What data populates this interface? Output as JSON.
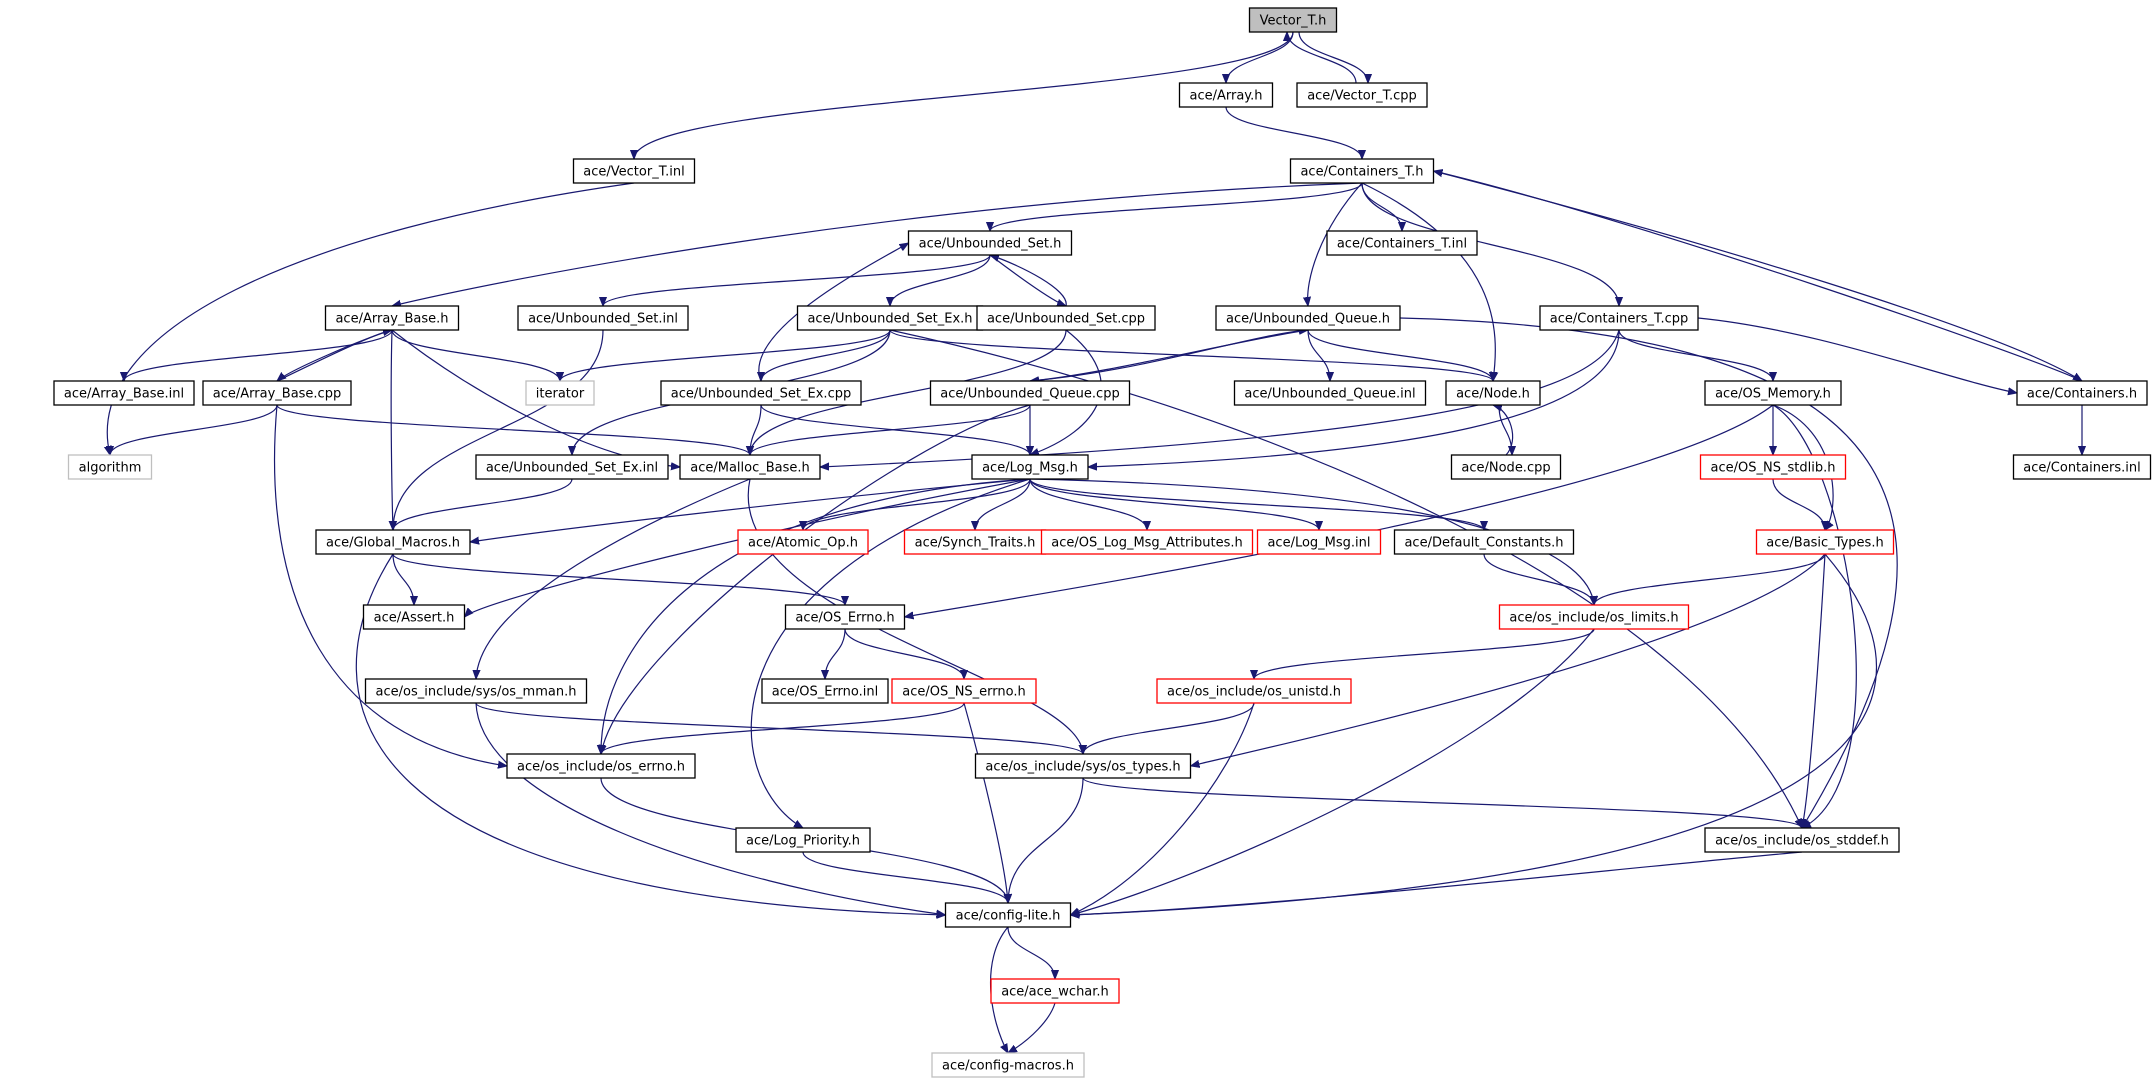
{
  "graph": {
    "colors": {
      "edge": "#191970",
      "node_border": "#000000",
      "node_fill": "#ffffff",
      "root_fill": "#bfbfbf",
      "red_border": "#ff0000",
      "gray_border": "#bfbfbf"
    },
    "nodes": [
      {
        "id": "vector_t_h",
        "label": "Vector_T.h",
        "style": "root"
      },
      {
        "id": "array_h",
        "label": "ace/Array.h",
        "style": "normal"
      },
      {
        "id": "vector_t_cpp",
        "label": "ace/Vector_T.cpp",
        "style": "normal"
      },
      {
        "id": "vector_t_inl",
        "label": "ace/Vector_T.inl",
        "style": "normal"
      },
      {
        "id": "containers_t_h",
        "label": "ace/Containers_T.h",
        "style": "normal"
      },
      {
        "id": "unbounded_set_h",
        "label": "ace/Unbounded_Set.h",
        "style": "normal"
      },
      {
        "id": "containers_t_inl",
        "label": "ace/Containers_T.inl",
        "style": "normal"
      },
      {
        "id": "array_base_h",
        "label": "ace/Array_Base.h",
        "style": "normal"
      },
      {
        "id": "unbounded_set_inl",
        "label": "ace/Unbounded_Set.inl",
        "style": "normal"
      },
      {
        "id": "unbounded_set_ex_h",
        "label": "ace/Unbounded_Set_Ex.h",
        "style": "normal"
      },
      {
        "id": "unbounded_set_cpp",
        "label": "ace/Unbounded_Set.cpp",
        "style": "normal"
      },
      {
        "id": "unbounded_queue_h",
        "label": "ace/Unbounded_Queue.h",
        "style": "normal"
      },
      {
        "id": "containers_t_cpp",
        "label": "ace/Containers_T.cpp",
        "style": "normal"
      },
      {
        "id": "array_base_inl",
        "label": "ace/Array_Base.inl",
        "style": "normal"
      },
      {
        "id": "array_base_cpp",
        "label": "ace/Array_Base.cpp",
        "style": "normal"
      },
      {
        "id": "iterator",
        "label": "iterator",
        "style": "gray"
      },
      {
        "id": "unbounded_set_ex_cpp",
        "label": "ace/Unbounded_Set_Ex.cpp",
        "style": "normal"
      },
      {
        "id": "unbounded_queue_cpp",
        "label": "ace/Unbounded_Queue.cpp",
        "style": "normal"
      },
      {
        "id": "unbounded_queue_inl",
        "label": "ace/Unbounded_Queue.inl",
        "style": "normal"
      },
      {
        "id": "node_h",
        "label": "ace/Node.h",
        "style": "normal"
      },
      {
        "id": "os_memory_h",
        "label": "ace/OS_Memory.h",
        "style": "normal"
      },
      {
        "id": "containers_h",
        "label": "ace/Containers.h",
        "style": "normal"
      },
      {
        "id": "algorithm",
        "label": "algorithm",
        "style": "gray"
      },
      {
        "id": "unbounded_set_ex_inl",
        "label": "ace/Unbounded_Set_Ex.inl",
        "style": "normal"
      },
      {
        "id": "malloc_base_h",
        "label": "ace/Malloc_Base.h",
        "style": "normal"
      },
      {
        "id": "log_msg_h",
        "label": "ace/Log_Msg.h",
        "style": "normal"
      },
      {
        "id": "node_cpp",
        "label": "ace/Node.cpp",
        "style": "normal"
      },
      {
        "id": "os_ns_stdlib_h",
        "label": "ace/OS_NS_stdlib.h",
        "style": "red"
      },
      {
        "id": "containers_inl",
        "label": "ace/Containers.inl",
        "style": "normal"
      },
      {
        "id": "global_macros_h",
        "label": "ace/Global_Macros.h",
        "style": "normal"
      },
      {
        "id": "atomic_op_h",
        "label": "ace/Atomic_Op.h",
        "style": "red"
      },
      {
        "id": "synch_traits_h",
        "label": "ace/Synch_Traits.h",
        "style": "red"
      },
      {
        "id": "os_log_msg_attributes_h",
        "label": "ace/OS_Log_Msg_Attributes.h",
        "style": "red"
      },
      {
        "id": "log_msg_inl",
        "label": "ace/Log_Msg.inl",
        "style": "red"
      },
      {
        "id": "default_constants_h",
        "label": "ace/Default_Constants.h",
        "style": "normal"
      },
      {
        "id": "basic_types_h",
        "label": "ace/Basic_Types.h",
        "style": "red"
      },
      {
        "id": "assert_h",
        "label": "ace/Assert.h",
        "style": "normal"
      },
      {
        "id": "os_errno_h",
        "label": "ace/OS_Errno.h",
        "style": "normal"
      },
      {
        "id": "os_limits_h",
        "label": "ace/os_include/os_limits.h",
        "style": "red"
      },
      {
        "id": "os_mman_h",
        "label": "ace/os_include/sys/os_mman.h",
        "style": "normal"
      },
      {
        "id": "os_errno_inl",
        "label": "ace/OS_Errno.inl",
        "style": "normal"
      },
      {
        "id": "os_ns_errno_h",
        "label": "ace/OS_NS_errno.h",
        "style": "red"
      },
      {
        "id": "os_unistd_h",
        "label": "ace/os_include/os_unistd.h",
        "style": "red"
      },
      {
        "id": "os_include_os_errno_h",
        "label": "ace/os_include/os_errno.h",
        "style": "normal"
      },
      {
        "id": "os_types_h",
        "label": "ace/os_include/sys/os_types.h",
        "style": "normal"
      },
      {
        "id": "log_priority_h",
        "label": "ace/Log_Priority.h",
        "style": "normal"
      },
      {
        "id": "os_stddef_h",
        "label": "ace/os_include/os_stddef.h",
        "style": "normal"
      },
      {
        "id": "config_lite_h",
        "label": "ace/config-lite.h",
        "style": "normal"
      },
      {
        "id": "ace_wchar_h",
        "label": "ace/ace_wchar.h",
        "style": "red"
      },
      {
        "id": "config_macros_h",
        "label": "ace/config-macros.h",
        "style": "gray"
      }
    ],
    "edges": [
      [
        "vector_t_h",
        "array_h"
      ],
      [
        "vector_t_h",
        "vector_t_cpp"
      ],
      [
        "vector_t_h",
        "vector_t_inl"
      ],
      [
        "vector_t_cpp",
        "vector_t_h"
      ],
      [
        "array_h",
        "containers_t_h"
      ],
      [
        "vector_t_inl",
        "algorithm"
      ],
      [
        "containers_t_h",
        "unbounded_set_h"
      ],
      [
        "containers_t_h",
        "containers_t_inl"
      ],
      [
        "containers_t_h",
        "array_base_h"
      ],
      [
        "containers_t_h",
        "unbounded_queue_h"
      ],
      [
        "containers_t_h",
        "node_h"
      ],
      [
        "containers_t_h",
        "containers_t_cpp"
      ],
      [
        "containers_t_h",
        "containers_h"
      ],
      [
        "unbounded_set_h",
        "unbounded_set_inl"
      ],
      [
        "unbounded_set_h",
        "unbounded_set_ex_h"
      ],
      [
        "unbounded_set_h",
        "unbounded_set_cpp"
      ],
      [
        "unbounded_set_cpp",
        "unbounded_set_h"
      ],
      [
        "unbounded_set_cpp",
        "malloc_base_h"
      ],
      [
        "unbounded_set_cpp",
        "log_msg_h"
      ],
      [
        "array_base_h",
        "array_base_inl"
      ],
      [
        "array_base_h",
        "array_base_cpp"
      ],
      [
        "array_base_h",
        "iterator"
      ],
      [
        "array_base_h",
        "global_macros_h"
      ],
      [
        "array_base_h",
        "malloc_base_h"
      ],
      [
        "array_base_cpp",
        "array_base_h"
      ],
      [
        "array_base_cpp",
        "algorithm"
      ],
      [
        "array_base_cpp",
        "malloc_base_h"
      ],
      [
        "array_base_cpp",
        "os_include_os_errno_h"
      ],
      [
        "unbounded_set_inl",
        "global_macros_h"
      ],
      [
        "unbounded_set_ex_h",
        "iterator"
      ],
      [
        "unbounded_set_ex_h",
        "unbounded_set_ex_inl"
      ],
      [
        "unbounded_set_ex_h",
        "unbounded_set_ex_cpp"
      ],
      [
        "unbounded_set_ex_h",
        "node_h"
      ],
      [
        "unbounded_set_ex_h",
        "os_stddef_h"
      ],
      [
        "unbounded_set_ex_cpp",
        "unbounded_set_h"
      ],
      [
        "unbounded_set_ex_cpp",
        "malloc_base_h"
      ],
      [
        "unbounded_set_ex_cpp",
        "log_msg_h"
      ],
      [
        "unbounded_set_ex_inl",
        "global_macros_h"
      ],
      [
        "unbounded_queue_h",
        "unbounded_queue_inl"
      ],
      [
        "unbounded_queue_h",
        "unbounded_queue_cpp"
      ],
      [
        "unbounded_queue_h",
        "node_h"
      ],
      [
        "unbounded_queue_h",
        "os_stddef_h"
      ],
      [
        "unbounded_queue_cpp",
        "unbounded_queue_h"
      ],
      [
        "unbounded_queue_cpp",
        "malloc_base_h"
      ],
      [
        "unbounded_queue_cpp",
        "log_msg_h"
      ],
      [
        "unbounded_queue_cpp",
        "os_include_os_errno_h"
      ],
      [
        "node_h",
        "node_cpp"
      ],
      [
        "node_cpp",
        "node_h"
      ],
      [
        "containers_t_cpp",
        "malloc_base_h"
      ],
      [
        "containers_t_cpp",
        "log_msg_h"
      ],
      [
        "containers_t_cpp",
        "os_memory_h"
      ],
      [
        "containers_t_cpp",
        "containers_h"
      ],
      [
        "containers_h",
        "containers_t_h"
      ],
      [
        "containers_h",
        "containers_inl"
      ],
      [
        "os_memory_h",
        "os_ns_stdlib_h"
      ],
      [
        "os_memory_h",
        "basic_types_h"
      ],
      [
        "os_memory_h",
        "os_errno_h"
      ],
      [
        "os_memory_h",
        "os_stddef_h"
      ],
      [
        "os_ns_stdlib_h",
        "basic_types_h"
      ],
      [
        "basic_types_h",
        "os_limits_h"
      ],
      [
        "basic_types_h",
        "os_types_h"
      ],
      [
        "basic_types_h",
        "os_stddef_h"
      ],
      [
        "basic_types_h",
        "config_lite_h"
      ],
      [
        "malloc_base_h",
        "os_mman_h"
      ],
      [
        "malloc_base_h",
        "os_types_h"
      ],
      [
        "log_msg_h",
        "global_macros_h"
      ],
      [
        "log_msg_h",
        "atomic_op_h"
      ],
      [
        "log_msg_h",
        "synch_traits_h"
      ],
      [
        "log_msg_h",
        "os_log_msg_attributes_h"
      ],
      [
        "log_msg_h",
        "log_msg_inl"
      ],
      [
        "log_msg_h",
        "default_constants_h"
      ],
      [
        "log_msg_h",
        "assert_h"
      ],
      [
        "log_msg_h",
        "os_limits_h"
      ],
      [
        "log_msg_h",
        "log_priority_h"
      ],
      [
        "log_msg_h",
        "os_include_os_errno_h"
      ],
      [
        "global_macros_h",
        "assert_h"
      ],
      [
        "global_macros_h",
        "os_errno_h"
      ],
      [
        "global_macros_h",
        "config_lite_h"
      ],
      [
        "default_constants_h",
        "os_limits_h"
      ],
      [
        "os_errno_h",
        "os_errno_inl"
      ],
      [
        "os_errno_h",
        "os_ns_errno_h"
      ],
      [
        "os_ns_errno_h",
        "os_include_os_errno_h"
      ],
      [
        "os_ns_errno_h",
        "config_lite_h"
      ],
      [
        "os_limits_h",
        "os_unistd_h"
      ],
      [
        "os_limits_h",
        "config_lite_h"
      ],
      [
        "os_unistd_h",
        "os_types_h"
      ],
      [
        "os_unistd_h",
        "config_lite_h"
      ],
      [
        "os_mman_h",
        "os_types_h"
      ],
      [
        "os_mman_h",
        "config_lite_h"
      ],
      [
        "os_include_os_errno_h",
        "config_lite_h"
      ],
      [
        "os_types_h",
        "os_stddef_h"
      ],
      [
        "os_types_h",
        "config_lite_h"
      ],
      [
        "log_priority_h",
        "config_lite_h"
      ],
      [
        "os_stddef_h",
        "config_lite_h"
      ],
      [
        "config_lite_h",
        "ace_wchar_h"
      ],
      [
        "config_lite_h",
        "config_macros_h"
      ],
      [
        "ace_wchar_h",
        "config_macros_h"
      ]
    ]
  }
}
